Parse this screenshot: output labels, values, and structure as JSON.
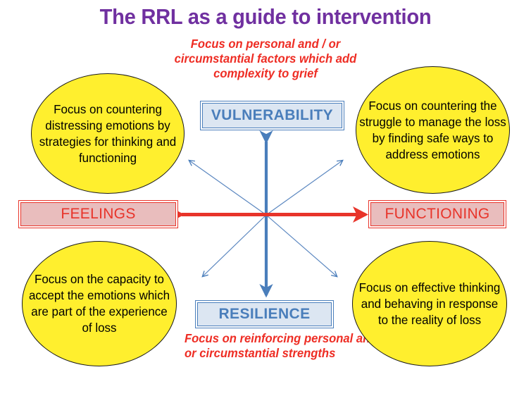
{
  "title": "The RRL as a guide to intervention",
  "colors": {
    "title_purple": "#7030a0",
    "caption_red": "#ee2d24",
    "arrow_red": "#e8342a",
    "arrow_blue": "#4a7ebb",
    "ellipse_yellow": "#ffef2e",
    "box_blue_fill": "#dce6f2",
    "box_red_fill": "#e9bdbd",
    "background": "#ffffff"
  },
  "captions": {
    "top": "Focus on personal and / or circumstantial factors which add complexity to grief",
    "bottom": "Focus on reinforcing personal and / or circumstantial strengths"
  },
  "axes": {
    "top_label": "VULNERABILITY",
    "bottom_label": "RESILIENCE",
    "left_label": "FEELINGS",
    "right_label": "FUNCTIONING"
  },
  "quadrants": {
    "top_left": "Focus on countering distressing emotions by strategies for thinking and functioning",
    "top_right": "Focus on countering the struggle to manage the loss by finding safe ways to address emotions",
    "bottom_left": "Focus on the capacity to accept the emotions which are part of the experience of loss",
    "bottom_right": "Focus on effective thinking and behaving in response to the reality of loss"
  },
  "arrows": {
    "vertical_axis": "vulnerability-resilience-double-arrow",
    "horizontal_axis": "feelings-functioning-double-arrow",
    "diagonals": [
      "center-to-top-left",
      "center-to-top-right",
      "center-to-bottom-left",
      "center-to-bottom-right"
    ]
  }
}
